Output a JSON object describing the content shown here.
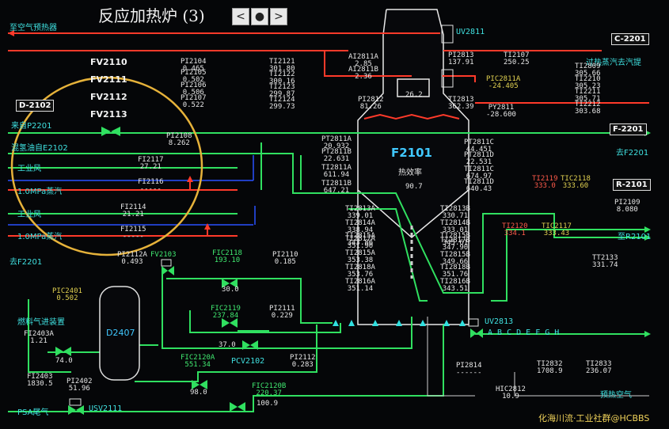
{
  "title": "反应加热炉 (3)",
  "nav": {
    "prev": "<",
    "home": "●",
    "next": ">"
  },
  "streams": {
    "to_air_preheater": "至空气预热器",
    "from_p2201": "来自P2201",
    "hydrogen_oil": "混氢油自E2102",
    "instrument_air1": "工业风",
    "steam1": "1.0MPa蒸汽",
    "instrument_air2": "工业风",
    "steam2": "1.0MPa蒸汽",
    "to_f2201_left": "去F2201",
    "fuel_gas": "燃料气进装置",
    "psa_tail": "PSA尾气",
    "superheat_steam": "过热蒸汽去汽提",
    "to_f2201_right": "去F2201",
    "to_r2101": "至R2101",
    "preheat_air": "预热空气"
  },
  "equipment": {
    "d2102": "D-2102",
    "c2201": "C-2201",
    "f2201": "F-2201",
    "r2101": "R-2101",
    "furnace": "F2101",
    "efficiency_label": "热效率",
    "efficiency_value": "90.7",
    "d2407": "D2407",
    "uv2811": "UV2811",
    "uv2813": "UV2813",
    "usv2111": "USV2111",
    "pcv2102": "PCV2102",
    "uv_letters": "A B C D E F G H",
    "stack_temp": "26.2"
  },
  "fv_tags": [
    "FV2110",
    "FV2111",
    "FV2112",
    "FV2113"
  ],
  "tags": {
    "pi2104": [
      "PI2104",
      "0.465"
    ],
    "pi2105": [
      "PI2105",
      "0.502"
    ],
    "pi2106": [
      "PI2106",
      "0.506"
    ],
    "pi2107": [
      "PI2107",
      "0.522"
    ],
    "ti2121": [
      "TI2121",
      "301.80"
    ],
    "ti2122": [
      "TI2122",
      "300.16"
    ],
    "ti2123": [
      "TI2123",
      "299.87"
    ],
    "ti2124": [
      "TI2124",
      "299.73"
    ],
    "ai2811a": [
      "AI2811A",
      "2.85"
    ],
    "ai2811b": [
      "AI2811B",
      "2.36"
    ],
    "pi2813": [
      "PI2813",
      "137.91"
    ],
    "pi2812": [
      "PI2812",
      "81.26"
    ],
    "ti2813": [
      "TI2813",
      "362.39"
    ],
    "ti2107": [
      "TI2107",
      "250.25"
    ],
    "pic2811a": [
      "PIC2811A",
      "-24.405"
    ],
    "py2811": [
      "PY2811",
      "-28.600"
    ],
    "ti2809": [
      "TI2809",
      "305.66"
    ],
    "ti2210": [
      "TI2210",
      "305.23"
    ],
    "ti2211": [
      "TI2211",
      "305.71"
    ],
    "ti2212": [
      "TI2212",
      "303.68"
    ],
    "pi2108": [
      "PI2108",
      "8.262"
    ],
    "fi2117": [
      "FI2117",
      "27.21"
    ],
    "fi2116": [
      "FI2116",
      "-----"
    ],
    "fi2114": [
      "FI2114",
      "21.21"
    ],
    "fi2115": [
      "FI2115",
      "-----"
    ],
    "pt2811a": [
      "PT2811A",
      "20.932"
    ],
    "pt2811b": [
      "PT2811B",
      "22.631"
    ],
    "ti2811a": [
      "TI2811A",
      "611.94"
    ],
    "ti2811b": [
      "TI2811B",
      "647.21"
    ],
    "pt2811c": [
      "PT2811C",
      "44.451"
    ],
    "pt2811d": [
      "PT2811D",
      "22.531"
    ],
    "ti2811c": [
      "TI2811C",
      "674.97"
    ],
    "ti2811d": [
      "TI2811D",
      "640.43"
    ],
    "ti2119": [
      "TI2119",
      "333.0"
    ],
    "tic2118": [
      "TIC2118",
      "333.60"
    ],
    "ti2120": [
      "TI2120",
      "334.1"
    ],
    "tic2117": [
      "TIC2117",
      "333.43"
    ],
    "pi2109": [
      "PI2109",
      "8.080"
    ],
    "tt2133": [
      "TT2133",
      "331.74"
    ],
    "ti2813a": [
      "TI2813A",
      "339.01"
    ],
    "ti2814a": [
      "TI2814A",
      "338.94"
    ],
    "ti2815a": [
      "TI2815A",
      "343.86"
    ],
    "ti2817a": [
      "TI2817A",
      "351.90"
    ],
    "ti2815a2": [
      "TI2815A",
      "353.38"
    ],
    "ti2818a": [
      "TI2818A",
      "353.76"
    ],
    "ti2816a": [
      "TI2816A",
      "351.14"
    ],
    "ti2813b": [
      "TI2813B",
      "330.71"
    ],
    "ti2814b": [
      "TI2814B",
      "333.01"
    ],
    "ti2815b": [
      "TI2815B",
      "345.61"
    ],
    "ti2817b": [
      "TI2817B",
      "347.90"
    ],
    "ti2815b2": [
      "TI2815B",
      "349.66"
    ],
    "ti2818b": [
      "TI2818B",
      "351.76"
    ],
    "ti2816b": [
      "TI2816B",
      "343.51"
    ],
    "pi2112a": [
      "PI2112A",
      "0.493"
    ],
    "fv2103": [
      "FV2103",
      ""
    ],
    "pic2401": [
      "PIC2401",
      "0.502"
    ],
    "fic2118": [
      "FIC2118",
      "193.10"
    ],
    "v2118": [
      "",
      "30.0"
    ],
    "pi2110": [
      "PI2110",
      "0.185"
    ],
    "fic2119": [
      "FIC2119",
      "237.84"
    ],
    "v2119": [
      "",
      "37.0"
    ],
    "pi2111": [
      "PI2111",
      "0.229"
    ],
    "fi2403a": [
      "FI2403A",
      "1.21"
    ],
    "v2403": [
      "",
      "74.0"
    ],
    "fi2403": [
      "FI2403",
      "1830.5"
    ],
    "pi2402": [
      "PI2402",
      "51.96"
    ],
    "fic2120a": [
      "FIC2120A",
      "551.34"
    ],
    "v2120a": [
      "",
      "98.0"
    ],
    "pi2112": [
      "PI2112",
      "0.283"
    ],
    "fic2120b": [
      "FIC2120B",
      "220.37"
    ],
    "v2120b": [
      "",
      "100.9"
    ],
    "pi2814": [
      "PI2814",
      "------"
    ],
    "hic2812": [
      "HIC2812",
      "10.9"
    ],
    "ti2832": [
      "TI2832",
      "1708.9"
    ],
    "ti2833": [
      "TI2833",
      "236.07"
    ]
  },
  "watermark": "化海川流·工业社群@HCBBS"
}
